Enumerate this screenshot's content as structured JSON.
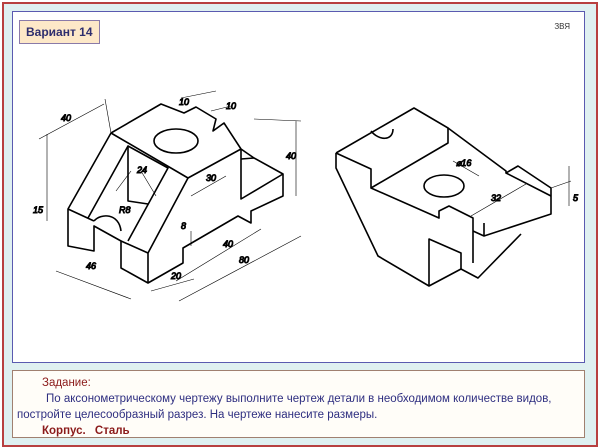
{
  "variant_label": "Вариант 14",
  "code_label": "ЗВЯ",
  "dimensions_left": [
    "40",
    "10",
    "10",
    "24",
    "30",
    "40",
    "R8",
    "15",
    "8",
    "40",
    "80",
    "46",
    "20"
  ],
  "dimensions_right": [
    "⌀16",
    "32",
    "5"
  ],
  "task": {
    "heading": "Задание:",
    "text": "По аксонометрическому чертежу выполните чертеж детали в необходимом количестве видов, постройте целесообразный разрез. На чертеже нанесите размеры.",
    "part_name": "Корпус.",
    "material": "Сталь"
  }
}
